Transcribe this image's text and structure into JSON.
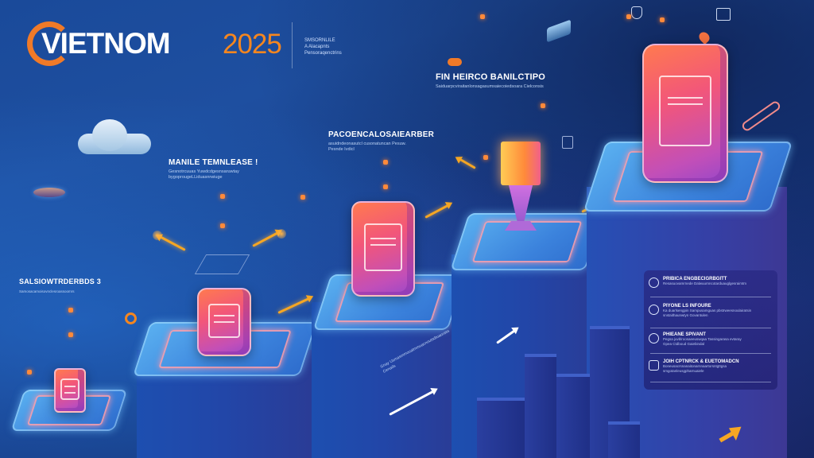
{
  "header": {
    "logo_word": "VIETNOM",
    "logo_year": "2025",
    "tagline_lines": [
      "SMSORNLILE",
      "A Alacapnts",
      "Pensoraqenctrins"
    ]
  },
  "steps": [
    {
      "title": "SALSIOWTRDERBDS 3",
      "desc": "Samosacamoisovnclesroassoomrs"
    },
    {
      "title": "MANILE TEMNLEASE !",
      "desc": "Gesnotrcuuas Yuwdcdgesnsaruwtay\nbygoprougeLLiduasnrwiuge"
    },
    {
      "title": "PACOENCALOSAIEARBER",
      "desc": "asuidndeonasutcl cusonatuncan Pesuw.\nPesnde Ivdicl"
    },
    {
      "title": "FIN HEIRCO BANILCTIPO",
      "desc": "Saiduarpcviraitanlonsagasumxaiecoiedsoara Cielconsis"
    }
  ],
  "pillar_text": "Gnay Usmasmmouatmmuacnoutsdtuaurass Cenads",
  "panel": {
    "items": [
      {
        "icon": "document-icon",
        "title": "PRIBICA ENGBECIGRBGITT",
        "desc": "Resasuovamrnede Dalwuurnncotarduauglgesraimtm"
      },
      {
        "icon": "refresh-icon",
        "title": "PIYONE LS INFOURE",
        "desc": "Ka duarlsengpin Sampusamguas pbstrweesnoulairatsin\nsnstaithaunwtyn Govantulen"
      },
      {
        "icon": "user-icon",
        "title": "PHIEANE SPIVANT",
        "desc": "Pegsa juvblroosaeeuswqaa Tassingarasa evtaray\nGpea Ctdboud Gaiebindal"
      },
      {
        "icon": "box-icon",
        "title": "JOIH CPTNRCK & EUETOMADCN",
        "desc": "Boneusacrsnanaitonarnnaartorsntgttgsa\nsmgotanleusgpharnuaiele"
      }
    ]
  },
  "colors": {
    "accent": "#f5861f",
    "background": "#1a4a9a",
    "card_from": "#ff7a4f",
    "card_to": "#9a48c8"
  }
}
